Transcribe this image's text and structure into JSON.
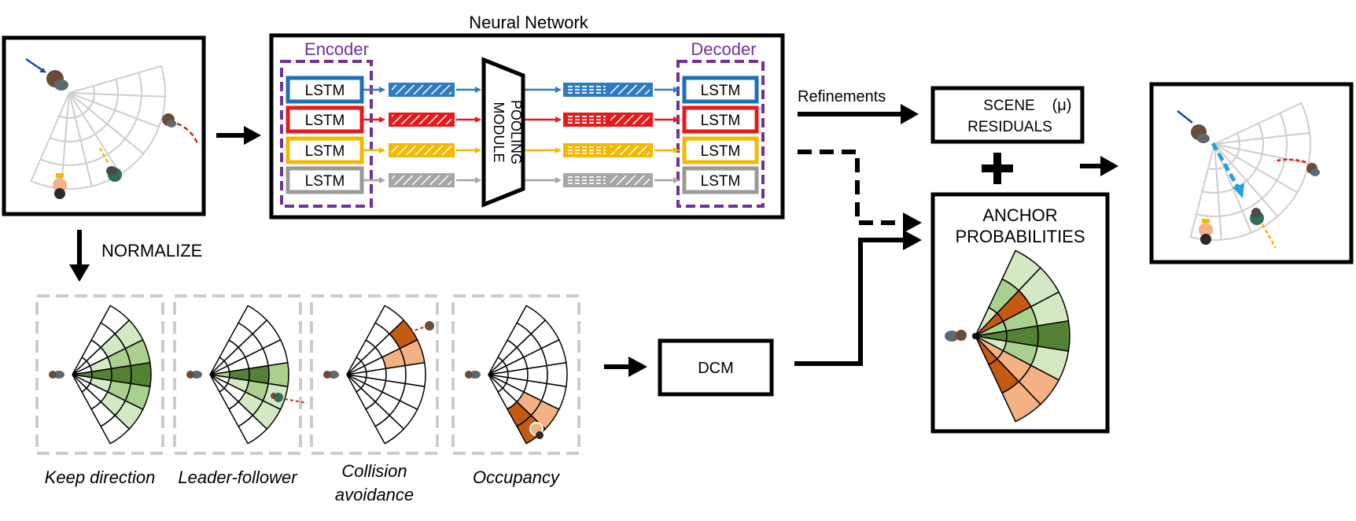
{
  "neural_network": {
    "title": "Neural Network",
    "encoder_label": "Encoder",
    "decoder_label": "Decoder",
    "lstm_label": "LSTM",
    "pooling_line1": "POOLING",
    "pooling_line2": "MODULE",
    "rows": [
      {
        "color": "#1f6fb5",
        "fill": "#2e7bc4"
      },
      {
        "color": "#e41a1c",
        "fill": "#e41a1c"
      },
      {
        "color": "#f5b800",
        "fill": "#f5b800"
      },
      {
        "color": "#999999",
        "fill": "#a6a6a6"
      }
    ]
  },
  "purple": "#7030a0",
  "labels": {
    "normalize": "NORMALIZE",
    "refinements": "Refinements",
    "scene_residuals_line1": "SCENE",
    "scene_residuals_mu": "(μ)",
    "scene_residuals_line2": "RESIDUALS",
    "plus": "+",
    "anchor_line1": "ANCHOR",
    "anchor_line2": "PROBABILITIES",
    "dcm": "DCM"
  },
  "interactions": [
    {
      "line1": "Keep direction",
      "line2": ""
    },
    {
      "line1": "Leader-follower",
      "line2": ""
    },
    {
      "line1": "Collision",
      "line2": "avoidance"
    },
    {
      "line1": "Occupancy",
      "line2": ""
    }
  ],
  "colors": {
    "green_light": "#d5e8c4",
    "green_mid": "#a9d08e",
    "green_dark": "#548235",
    "orange_light": "#f4b183",
    "orange_dark": "#c55a11",
    "arrow_blue": "#1f3fbf",
    "arrow_red": "#e41a1c",
    "arrow_yellow": "#f5b800",
    "arrow_cyan": "#2aa0e0"
  }
}
